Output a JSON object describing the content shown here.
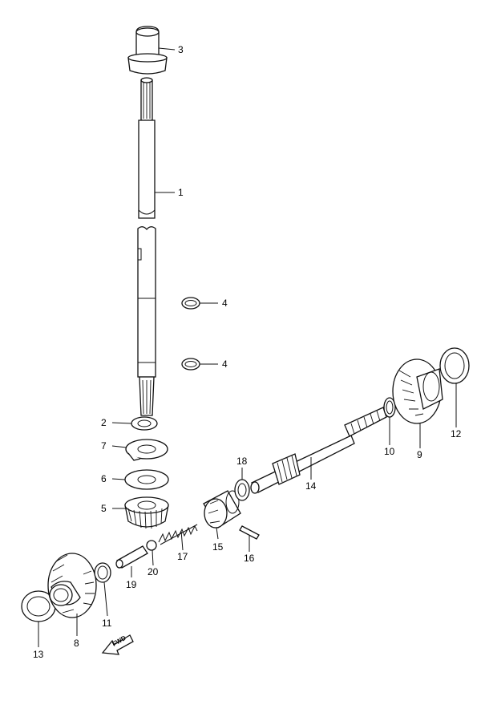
{
  "callouts": [
    {
      "id": "1",
      "label": "1"
    },
    {
      "id": "2",
      "label": "2"
    },
    {
      "id": "3",
      "label": "3"
    },
    {
      "id": "4a",
      "label": "4"
    },
    {
      "id": "4b",
      "label": "4"
    },
    {
      "id": "5",
      "label": "5"
    },
    {
      "id": "6",
      "label": "6"
    },
    {
      "id": "7",
      "label": "7"
    },
    {
      "id": "8",
      "label": "8"
    },
    {
      "id": "9",
      "label": "9"
    },
    {
      "id": "10",
      "label": "10"
    },
    {
      "id": "11",
      "label": "11"
    },
    {
      "id": "12",
      "label": "12"
    },
    {
      "id": "13",
      "label": "13"
    },
    {
      "id": "14",
      "label": "14"
    },
    {
      "id": "15",
      "label": "15"
    },
    {
      "id": "16",
      "label": "16"
    },
    {
      "id": "17",
      "label": "17"
    },
    {
      "id": "18",
      "label": "18"
    },
    {
      "id": "19",
      "label": "19"
    },
    {
      "id": "20",
      "label": "20"
    }
  ],
  "direction_badge": {
    "label": "FWD",
    "icon": "forward-arrow-icon"
  }
}
